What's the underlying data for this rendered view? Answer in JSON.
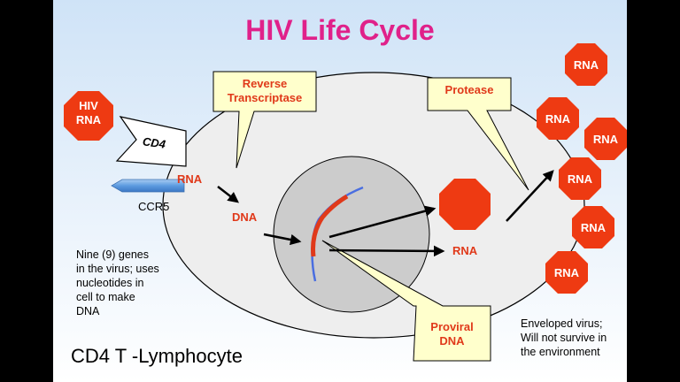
{
  "title": "HIV Life Cycle",
  "hiv_rna": "HIV\nRNA",
  "cd4_label": "CD4",
  "ccr5_label": "CCR5",
  "rna_in_cell": "RNA",
  "dna_label": "DNA",
  "rna_output": "RNA",
  "reverse_transcriptase": "Reverse\nTranscriptase",
  "protease": "Protease",
  "proviral_dna": "Proviral\nDNA",
  "genes_note": "Nine (9) genes\nin the virus; uses\nnucleotides in\ncell to make\nDNA",
  "envelope_note": "Enveloped virus;\nWill not survive in\nthe environment",
  "cell_label": "CD4 T -Lymphocyte",
  "released_virions": [
    "RNA",
    "RNA",
    "RNA",
    "RNA",
    "RNA",
    "RNA"
  ],
  "colors": {
    "title": "#e0218a",
    "label_red": "#e0391a",
    "octagon": "#ee3a12",
    "callout_fill": "#ffffcc",
    "cell_fill": "#eeeeee",
    "nucleus_fill": "#cccccc",
    "background": "#dbeafa"
  }
}
